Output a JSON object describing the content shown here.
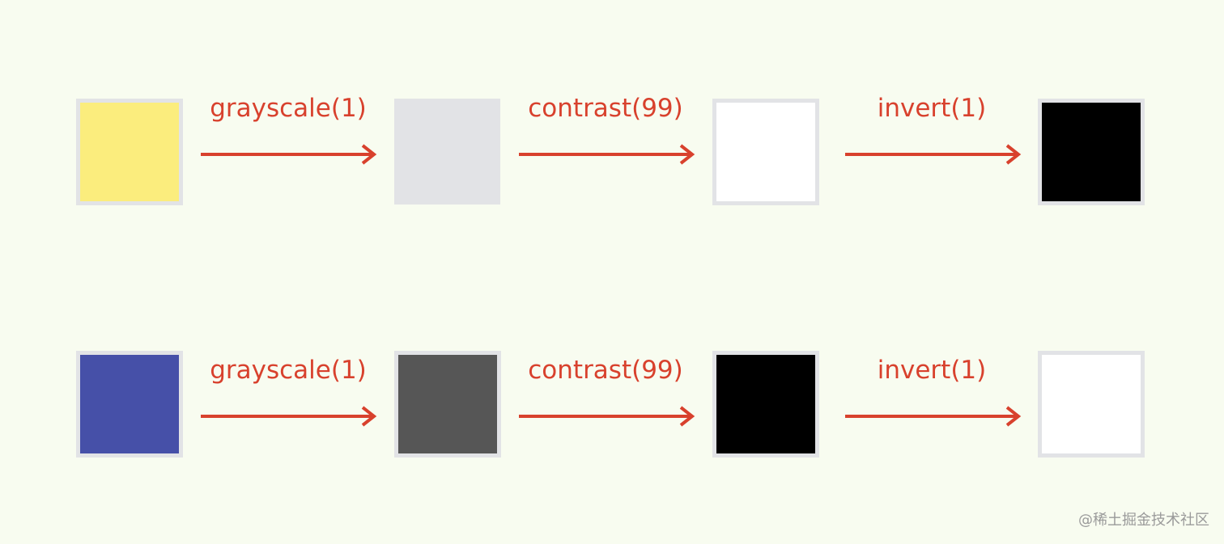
{
  "diagram": {
    "rows": [
      {
        "swatches": [
          {
            "color": "#fbed7d"
          },
          {
            "color": "#e2e3e6"
          },
          {
            "color": "#ffffff"
          },
          {
            "color": "#000000"
          }
        ],
        "steps": [
          {
            "label": "grayscale(1)"
          },
          {
            "label": "contrast(99)"
          },
          {
            "label": "invert(1)"
          }
        ]
      },
      {
        "swatches": [
          {
            "color": "#4650a8"
          },
          {
            "color": "#565656"
          },
          {
            "color": "#000000"
          },
          {
            "color": "#ffffff"
          }
        ],
        "steps": [
          {
            "label": "grayscale(1)"
          },
          {
            "label": "contrast(99)"
          },
          {
            "label": "invert(1)"
          }
        ]
      }
    ],
    "arrow_color": "#d8412d"
  },
  "watermark": "@稀土掘金技术社区"
}
